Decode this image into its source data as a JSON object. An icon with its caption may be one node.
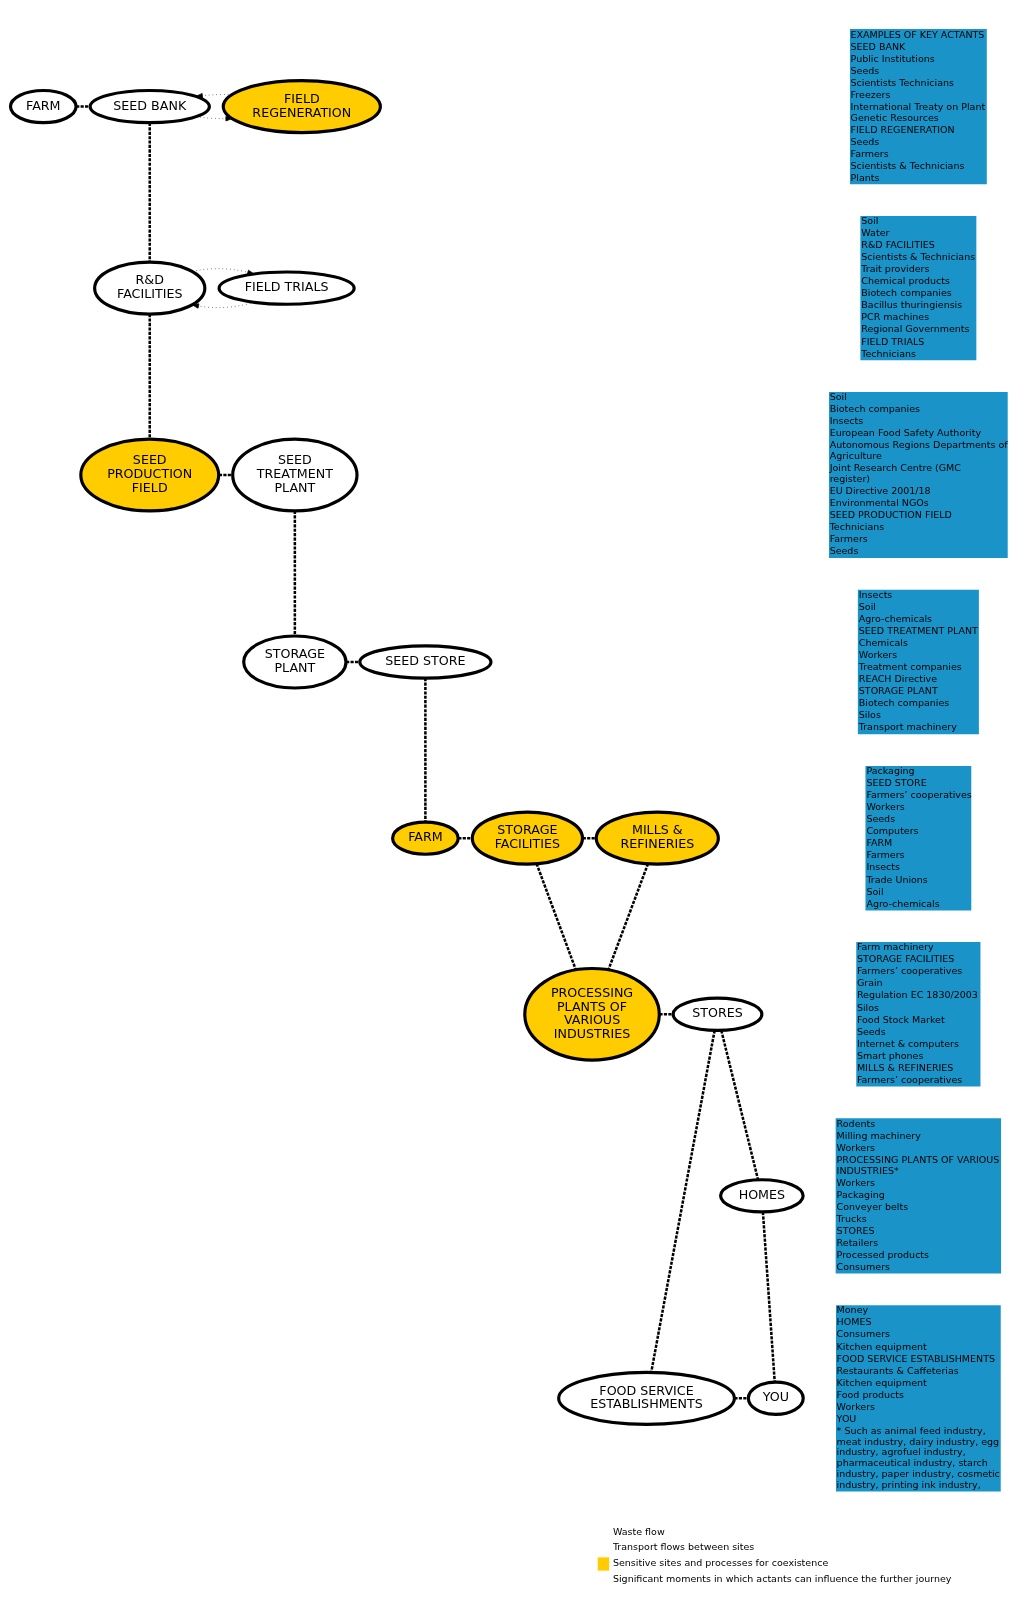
{
  "diagram": {
    "nodes": [
      {
        "text": [
          "FARM"
        ]
      },
      {
        "text": [
          "SEED BANK"
        ]
      },
      {
        "text": [
          "FIELD REGENERATION"
        ]
      },
      {
        "text": [
          "R&D FACILITIES"
        ]
      },
      {
        "text": [
          "FIELD TRIALS"
        ]
      },
      {
        "text": [
          "SEED TREATMENT PLANT"
        ]
      },
      {
        "text": [
          "SEED PRODUCTION FIELD"
        ]
      },
      {
        "text": [
          "STORAGE PLANT"
        ]
      },
      {
        "text": [
          "SEED STORE"
        ]
      },
      {
        "text": [
          "MILLS & REFINERIES"
        ]
      },
      {
        "text": [
          "STORAGE FACILITIES"
        ]
      },
      {
        "text": [
          "FARM"
        ]
      },
      {
        "text": [
          "PROCESSING PLANTS OF VARIOUS INDUSTRIES"
        ]
      },
      {
        "text": [
          "STORES"
        ]
      },
      {
        "text": [
          "HOMES"
        ]
      },
      {
        "text": [
          "YOU"
        ]
      },
      {
        "text": [
          "FOOD SERVICE ESTABLISHMENTS"
        ]
      }
    ],
    "edges": [
      {
        "from": 0,
        "to": 1,
        "arrow": "none",
        "style": "dashed"
      },
      {
        "from": 1,
        "to": 2,
        "arrow": "to"
      },
      {
        "from": 2,
        "to": 1,
        "arrow": "to"
      },
      {
        "from": 1,
        "to": 3,
        "arrow": "none",
        "style": "dashed"
      },
      {
        "from": 4,
        "to": 3,
        "arrow": "to"
      },
      {
        "from": 3,
        "to": 4,
        "arrow": "to"
      },
      {
        "from": 3,
        "to": 6,
        "arrow": "none",
        "style": "dashed"
      },
      {
        "from": 6,
        "to": 5,
        "arrow": "none",
        "style": "dashed"
      },
      {
        "from": 5,
        "to": 7,
        "arrow": "none",
        "style": "dashed"
      },
      {
        "from": 7,
        "to": 8,
        "arrow": "none",
        "style": "dashed"
      },
      {
        "from": 8,
        "to": 11,
        "arrow": "none",
        "style": "dashed"
      },
      {
        "from": 11,
        "to": 10,
        "arrow": "none",
        "style": "dashed"
      },
      {
        "from": 10,
        "to": 9,
        "arrow": "none",
        "style": "dashed"
      },
      {
        "from": 10,
        "to": 12,
        "arrow": "none",
        "style": "dashed"
      },
      {
        "from": 9,
        "to": 12,
        "arrow": "none",
        "style": "dashed"
      },
      {
        "from": 12,
        "to": 13,
        "arrow": "none",
        "style": "dashed"
      },
      {
        "from": 13,
        "to": 14,
        "arrow": "none",
        "style": "dashed"
      },
      {
        "from": 13,
        "to": 16,
        "arrow": "none",
        "style": "dashed"
      },
      {
        "from": 14,
        "to": 15,
        "arrow": "none",
        "style": "dashed"
      },
      {
        "from": 16,
        "to": 15,
        "arrow": "none",
        "style": "dashed"
      }
    ],
    "labels": [
      "EXAMPLES OF KEY ACTANTS",
      "SEED BANK",
      "Public Institutions",
      "Seeds",
      "Scientists Technicians",
      "Freezers",
      "International Treaty on Plant Genetic Resources",
      "FIELD REGENERATION",
      "Seeds",
      "Farmers",
      "Scientists & Technicians",
      "Plants",
      "Soil",
      "Water",
      "R&D FACILITIES",
      "Scientists & Technicians",
      "Trait providers",
      "Chemical products",
      "Biotech companies",
      "Bacillus thuringiensis",
      "PCR machines",
      "Regional Governments",
      "FIELD TRIALS",
      "Technicians",
      "Soil",
      "Biotech companies",
      "Insects",
      "European Food Safety Authority",
      "Autonomous Regions Departments of Agriculture",
      "Joint Research Centre (GMC register)",
      "EU Directive 2001/18",
      "Environmental NGOs",
      "SEED PRODUCTION FIELD",
      "Technicians",
      "Farmers",
      "Seeds",
      "Insects",
      "Soil",
      "Agro-chemicals",
      "SEED TREATMENT PLANT",
      "Chemicals",
      "Workers",
      "Treatment companies",
      "REACH Directive",
      "STORAGE PLANT",
      "Biotech companies",
      "Silos",
      "Transport machinery",
      "Packaging",
      "SEED STORE",
      "Farmers’ cooperatives",
      "Workers",
      "Seeds",
      "Computers",
      "FARM",
      "Farmers",
      "Insects",
      "Trade Unions",
      "Soil",
      "Agro-chemicals",
      "Farm machinery",
      "STORAGE FACILITIES",
      "Farmers’ cooperatives",
      "Grain",
      "Regulation EC 1830/2003",
      "Silos",
      "Food Stock Market",
      "Seeds",
      "Internet & computers",
      "Smart phones",
      "MILLS & REFINERIES",
      "Farmers’ cooperatives",
      "Rodents",
      "Milling machinery",
      "Workers",
      "PROCESSING PLANTS OF VARIOUS INDUSTRIES*",
      "Workers",
      "Packaging",
      "Conveyer belts",
      "Trucks",
      "STORES",
      "Retailers",
      "Processed products",
      "Consumers",
      "Money",
      "HOMES",
      "Consumers",
      "Kitchen equipment",
      "FOOD SERVICE ESTABLISHMENTS",
      "Restaurants & Caffeterias",
      "Kitchen equipment",
      "Food products",
      "Workers",
      "YOU",
      "* Such as animal feed industry, meat industry, dairy industry, egg industry, agrofuel industry, pharmaceutical industry, starch industry, paper industry, cosmetic industry, printing ink industry,"
    ],
    "legend": [
      {
        "text": "Waste flow"
      },
      {
        "text": "Transport flows between sites"
      },
      {
        "text": "Sensitive sites and processes for coexistence",
        "color": "#ffcc00"
      },
      {
        "text": "Significant moments in which actants can influence the further journey"
      }
    ]
  }
}
